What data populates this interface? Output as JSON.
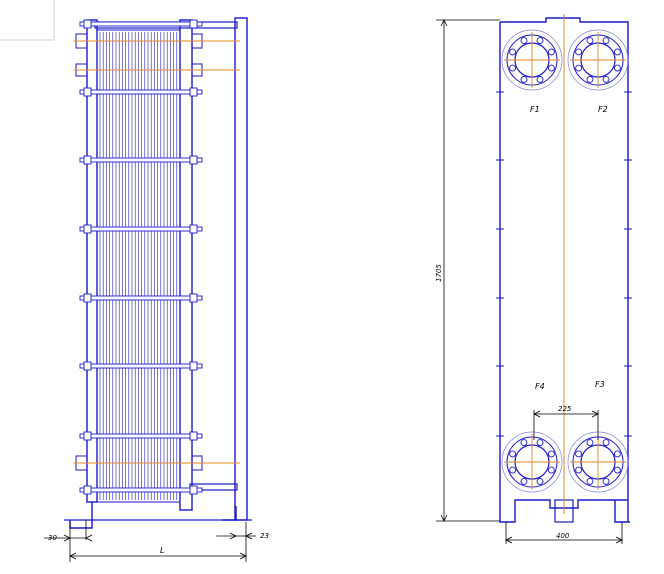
{
  "colors": {
    "outline": "#1a1acc",
    "center_line": "#e08a1e",
    "dimension": "#000000",
    "flange": "#8080e0",
    "background": "#ffffff"
  },
  "labels": {
    "port_f1": "F1",
    "port_f2": "F2",
    "port_f3": "F3",
    "port_f4": "F4"
  },
  "dimensions": {
    "overall_height": "1705",
    "port_spacing": "225",
    "frame_width": "400",
    "foot_offset_left": "30",
    "foot_offset_right": "23",
    "length": "L"
  }
}
